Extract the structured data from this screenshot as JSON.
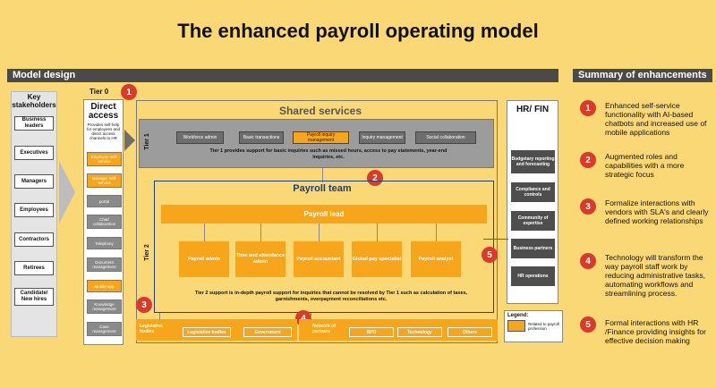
{
  "title": "The enhanced payroll operating model",
  "model_design_header": "Model design",
  "summary_header": "Summary of enhancements",
  "stakeholders": {
    "title": "Key stakeholders",
    "items": [
      "Business leaders",
      "Executives",
      "Managers",
      "Employees",
      "Contractors",
      "Retirees",
      "Candidate/ New hires"
    ]
  },
  "tier0": {
    "label": "Tier 0",
    "badge": "1",
    "title": "Direct access",
    "description": "Provides self-help for employees and direct access channels to HR",
    "items": [
      {
        "label": "Employee self-service",
        "style": "orange"
      },
      {
        "label": "Manager self-service",
        "style": "orange"
      },
      {
        "label": "portal",
        "style": "gray"
      },
      {
        "label": "Chat/ collaboration",
        "style": "gray"
      },
      {
        "label": "Telephony",
        "style": "gray"
      },
      {
        "label": "Document management",
        "style": "gray"
      },
      {
        "label": "Mobile app",
        "style": "orange"
      },
      {
        "label": "Knowledge management",
        "style": "gray"
      },
      {
        "label": "Case management",
        "style": "gray"
      }
    ]
  },
  "shared_services": {
    "title": "Shared services",
    "tier_label": "Tier 1",
    "items": [
      "Workforce admin",
      "Basic transactions",
      "Payroll inquiry management",
      "Inquiry management",
      "Social collaboration"
    ],
    "description": "Tier 1 provides support for basic inquiries such as missed hours, access to pay statements, year-end inquiries, etc."
  },
  "payroll_team": {
    "badge": "2",
    "title": "Payroll team",
    "tier_label": "Tier 2",
    "lead": "Payroll lead",
    "members": [
      "Payroll admin",
      "Time and attendance admin",
      "Payroll accountant",
      "Global pay specialist",
      "Payroll analyst"
    ],
    "description": "Tier 2 support is in-depth payroll support for inquiries that cannot be resolved by Tier 1 such as calculation of taxes, garnishments, overpayment reconciliations etc."
  },
  "bottom": {
    "badge3": "3",
    "badge4": "4",
    "legislative_label": "Legislative bodies",
    "legislative_items": [
      "Legislative bodies",
      "Government"
    ],
    "network_label": "Network of partners",
    "network_items": [
      "BPO",
      "Technology",
      "Others"
    ]
  },
  "hr_fin": {
    "title": "HR/ FIN",
    "badge": "5",
    "items": [
      "Budgetary reporting and forecasting",
      "Compliance and controls",
      "Community of expertise",
      "Business partners",
      "HR operations"
    ]
  },
  "legend": {
    "title": "Legend:",
    "item": "Related to payroll profession"
  },
  "summary": [
    {
      "num": "1",
      "text": "Enhanced self-service functionality with AI-based chatbots and increased use of mobile applications"
    },
    {
      "num": "2",
      "text": "Augmented roles and capabilities with a more strategic focus"
    },
    {
      "num": "3",
      "text": "Formalize interactions with vendors with SLA's and clearly defined working relationships"
    },
    {
      "num": "4",
      "text": "Technology will transform the way payroll staff work by reducing administrative tasks, automating workflows and streamlining process."
    },
    {
      "num": "5",
      "text": "Formal interactions with HR /Finance providing insights for effective decision making"
    }
  ],
  "colors": {
    "background": "#fbd876",
    "orange": "#f7a51b",
    "badge": "#d93b2a",
    "dark_gray": "#4a4a4a"
  }
}
